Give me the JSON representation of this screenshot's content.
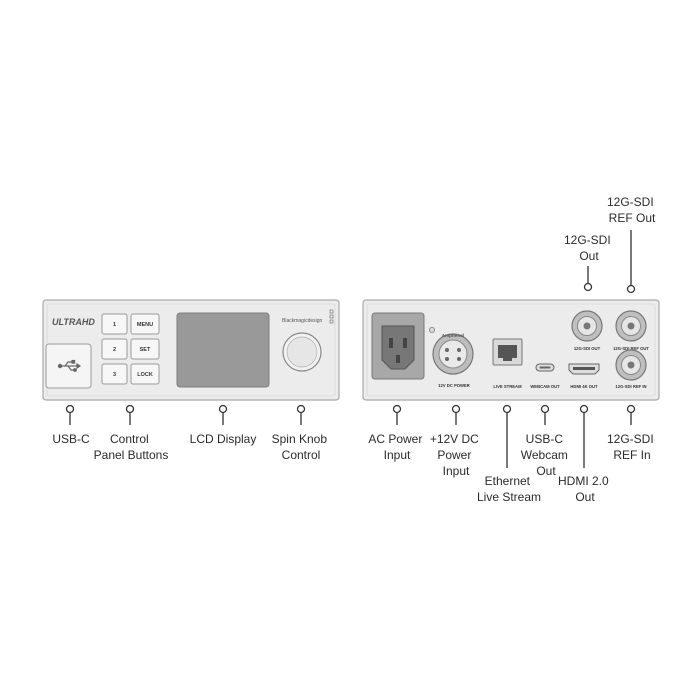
{
  "front_panel": {
    "brand_logo": "ULTRAHD",
    "maker_logo": "Blackmagicdesign",
    "buttons": [
      "1",
      "2",
      "3",
      "MENU",
      "SET",
      "LOCK"
    ]
  },
  "rear_panel": {
    "connector_labels": {
      "dc_power": "12V DC POWER",
      "live_stream": "LIVE STREAM",
      "webcam_out": "WEBCAM OUT",
      "hdmi_out": "HDMI 4K OUT",
      "sdi_out": "12G-SDI OUT",
      "ref_out": "12G-SDI REF OUT",
      "ref_in": "12G-SDI REF IN"
    },
    "xlr_text": "Amphenol"
  },
  "callouts": {
    "usb_c": [
      "USB-C"
    ],
    "control_panel_buttons": [
      "Control",
      "Panel Buttons"
    ],
    "lcd_display": [
      "LCD Display"
    ],
    "spin_knob": [
      "Spin Knob",
      "Control"
    ],
    "ac_power": [
      "AC Power",
      "Input"
    ],
    "dc_power": [
      "+12V DC",
      "Power",
      "Input"
    ],
    "ethernet": [
      "Ethernet",
      "Live Stream"
    ],
    "usb_c_webcam": [
      "USB-C",
      "Webcam",
      "Out"
    ],
    "hdmi_out": [
      "HDMI 2.0",
      "Out"
    ],
    "sdi_ref_in": [
      "12G-SDI",
      "REF In"
    ],
    "sdi_out": [
      "12G-SDI",
      "Out"
    ],
    "sdi_ref_out": [
      "12G-SDI",
      "REF Out"
    ]
  }
}
